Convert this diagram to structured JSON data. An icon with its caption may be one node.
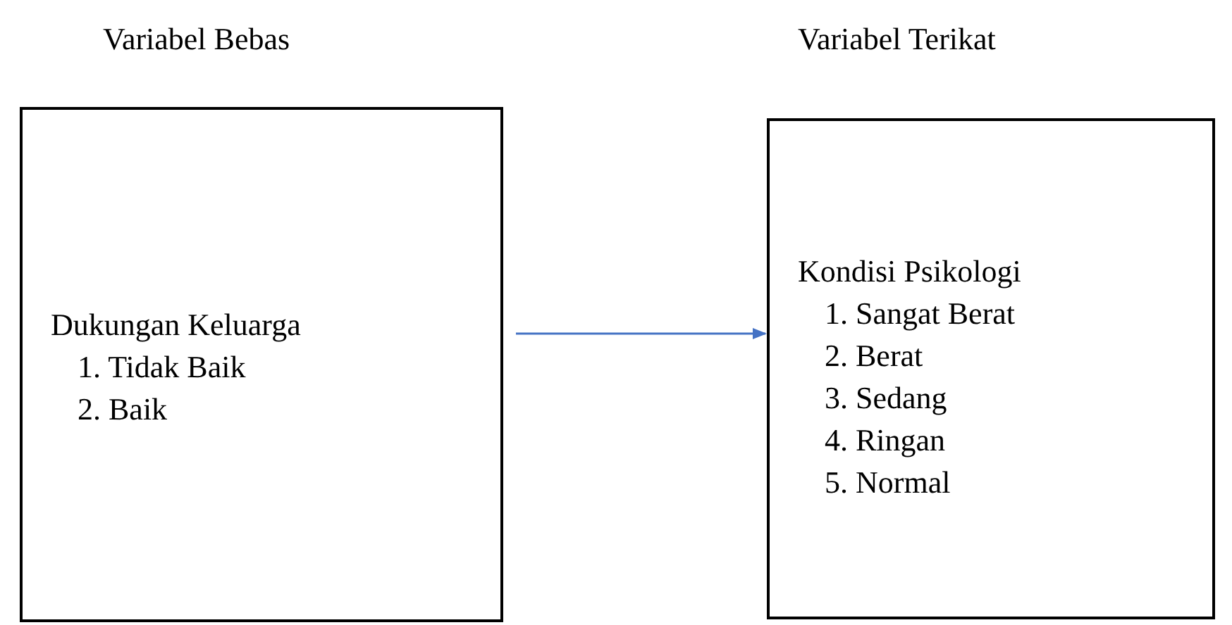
{
  "diagram": {
    "nodes": [
      {
        "text": [
          "Variabel Bebas",
          "Dukungan Keluarga",
          "1. Tidak Baik",
          "2. Baik"
        ]
      },
      {
        "text": [
          "Variabel Terikat",
          "Kondisi Psikologi",
          "1. Sangat Berat",
          "2. Berat",
          "3. Sedang",
          "4. Ringan",
          "5. Normal"
        ]
      }
    ],
    "edges": [
      {
        "from": 0,
        "to": 1,
        "arrow": "to",
        "color": "#4472c4"
      }
    ]
  }
}
